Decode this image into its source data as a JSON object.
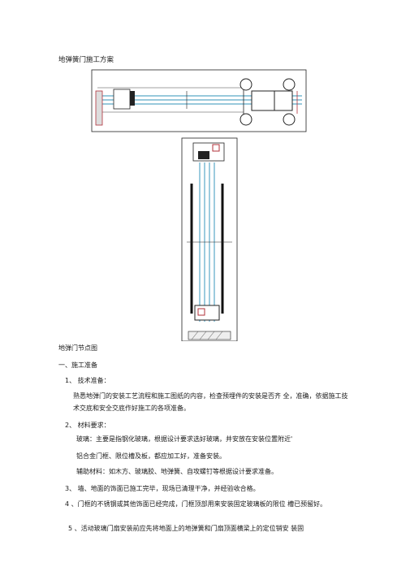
{
  "document": {
    "title": "地弹簧门施工方案",
    "figure_caption": "地弹门节点图",
    "section_heading": "一、施工准备",
    "items": [
      {
        "text": "1、    技术准备："
      },
      {
        "text": "熟悉地弹门的安装工艺流程和施工图纸的内容，检查预埋件的安装是否齐  全，准确，依据施工技术交底和安全交底作好施工的各项准备。"
      },
      {
        "text": "2、    材料要求："
      },
      {
        "text": "玻璃：主要是指钢化玻璃，根据设计要求选好玻璃，并安放在安装位置附近'"
      },
      {
        "text": "铝合金门框、限位槽及板，都应加工好，准备安装。"
      },
      {
        "text": "辅助材料：如木方、玻璃胶、地弹簧、自攻螺钉等根据设计要求准备。"
      },
      {
        "text": "3、    墙、地面的饰面已施工完毕，现场已清理干净，并经验收合格。"
      },
      {
        "text": "4 、门框的不锈钢或其他饰面已经完成，门框顶部用来安装固定玻璃板的限位  槽已预留好。"
      },
      {
        "text": "5 、活动玻璃门扇安装前应先将地面上的地弹簧和门扇顶面横梁上的定位销安  装固"
      }
    ]
  },
  "colors": {
    "glass": "#5aa9c8",
    "rail": "#1c1c1c",
    "accent": "#b0303a"
  }
}
